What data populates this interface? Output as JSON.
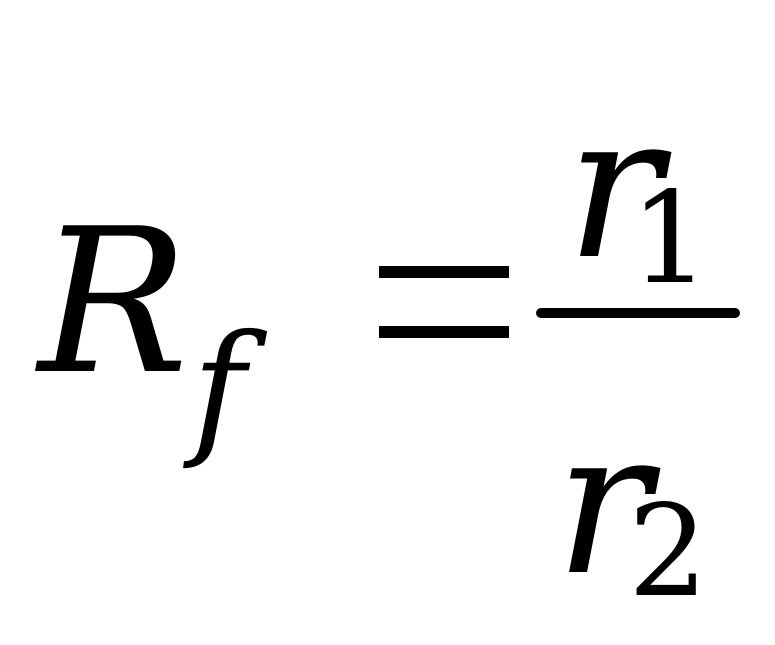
{
  "formula": {
    "lhs": {
      "symbol": "R",
      "subscript": "f"
    },
    "operator": "=",
    "fraction": {
      "numerator": {
        "symbol": "r",
        "subscript": "1"
      },
      "denominator": {
        "symbol": "r",
        "subscript": "2"
      }
    }
  }
}
